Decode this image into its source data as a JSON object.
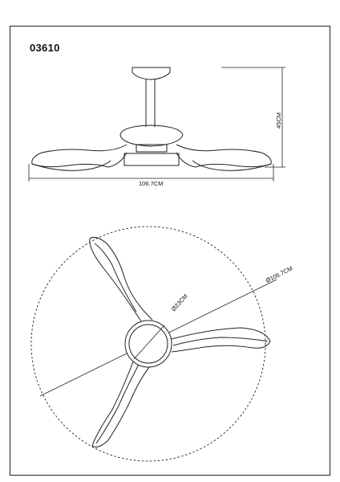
{
  "drawing": {
    "model_number": "03610",
    "height_label": "45CM",
    "width_label": "106.7CM",
    "diameter_label": "Ø106.7CM",
    "hub_diameter_label": "Ø23CM"
  },
  "colors": {
    "line": "#222222",
    "background": "#ffffff"
  }
}
